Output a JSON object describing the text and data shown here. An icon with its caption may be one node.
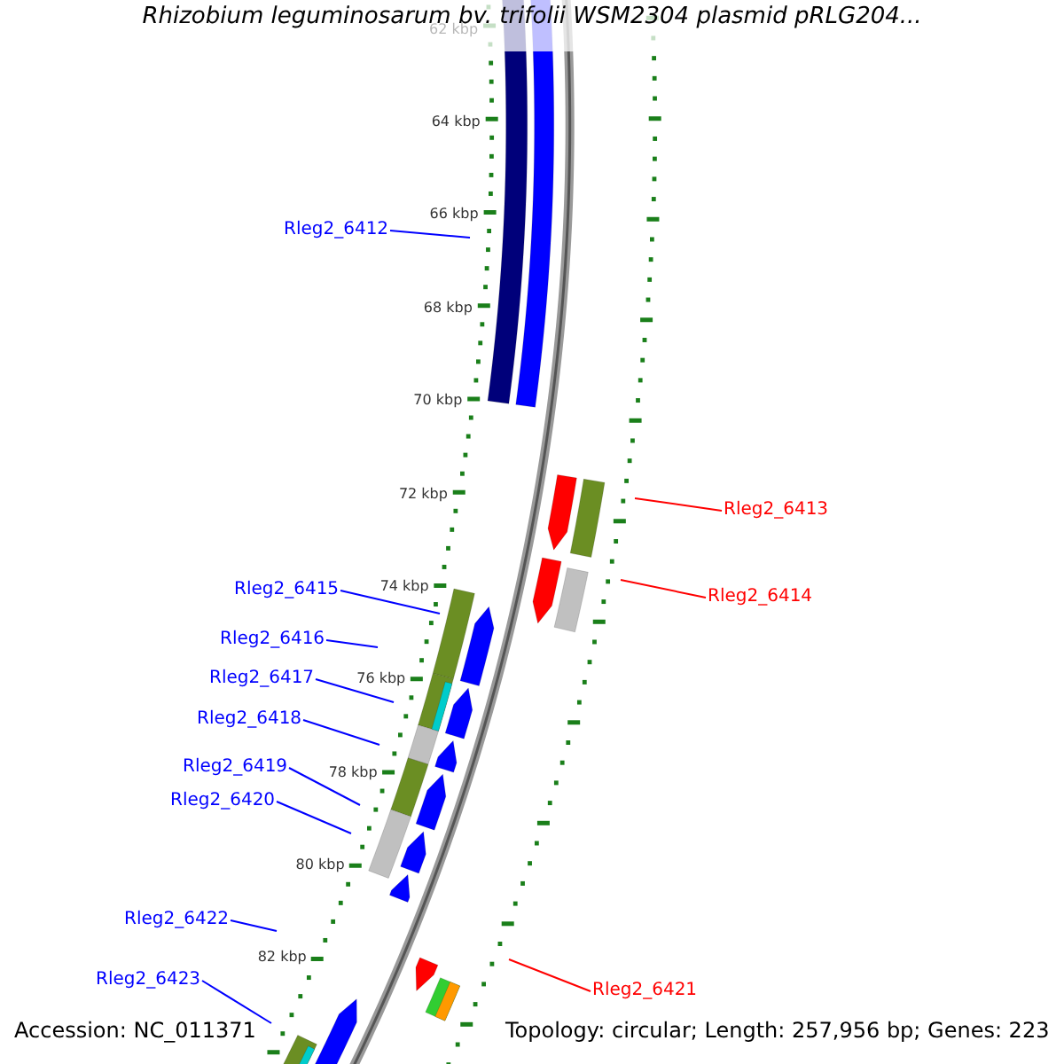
{
  "diagram": {
    "title": "Rhizobium leguminosarum bv. trifolii WSM2304 plasmid pRLG204...",
    "nodes": [
      {
        "text": [
          "Rleg2_6412"
        ]
      },
      {
        "text": [
          "Rleg2_6413"
        ]
      },
      {
        "text": [
          "Rleg2_6414"
        ]
      },
      {
        "text": [
          "Rleg2_6415"
        ]
      },
      {
        "text": [
          "Rleg2_6416"
        ]
      },
      {
        "text": [
          "Rleg2_6417"
        ]
      },
      {
        "text": [
          "Rleg2_6418"
        ]
      },
      {
        "text": [
          "Rleg2_6419"
        ]
      },
      {
        "text": [
          "Rleg2_6420"
        ]
      },
      {
        "text": [
          "Rleg2_6421"
        ]
      },
      {
        "text": [
          "Rleg2_6422"
        ]
      },
      {
        "text": [
          "Rleg2_6423"
        ]
      }
    ],
    "edges": [
      {
        "from": 0,
        "to": null,
        "arrow": "none"
      },
      {
        "from": 1,
        "to": null,
        "arrow": "none",
        "color": "#ff0000"
      },
      {
        "from": 2,
        "to": null,
        "arrow": "none",
        "color": "#ff0000"
      },
      {
        "from": 3,
        "to": null,
        "arrow": "none"
      },
      {
        "from": 4,
        "to": null,
        "arrow": "none"
      },
      {
        "from": 5,
        "to": null,
        "arrow": "none"
      },
      {
        "from": 6,
        "to": null,
        "arrow": "none"
      },
      {
        "from": 7,
        "to": null,
        "arrow": "none"
      },
      {
        "from": 8,
        "to": null,
        "arrow": "none"
      },
      {
        "from": 9,
        "to": null,
        "arrow": "none",
        "color": "#ff0000"
      },
      {
        "from": 10,
        "to": null,
        "arrow": "none"
      },
      {
        "from": 11,
        "to": null,
        "arrow": "none"
      }
    ],
    "labels": [
      "62 kbp",
      "64 kbp",
      "66 kbp",
      "68 kbp",
      "70 kbp",
      "72 kbp",
      "74 kbp",
      "76 kbp",
      "78 kbp",
      "80 kbp",
      "82 kbp",
      "Accession: NC_011371",
      "Topology: circular; Length: 257,956 bp; Genes: 223"
    ]
  }
}
